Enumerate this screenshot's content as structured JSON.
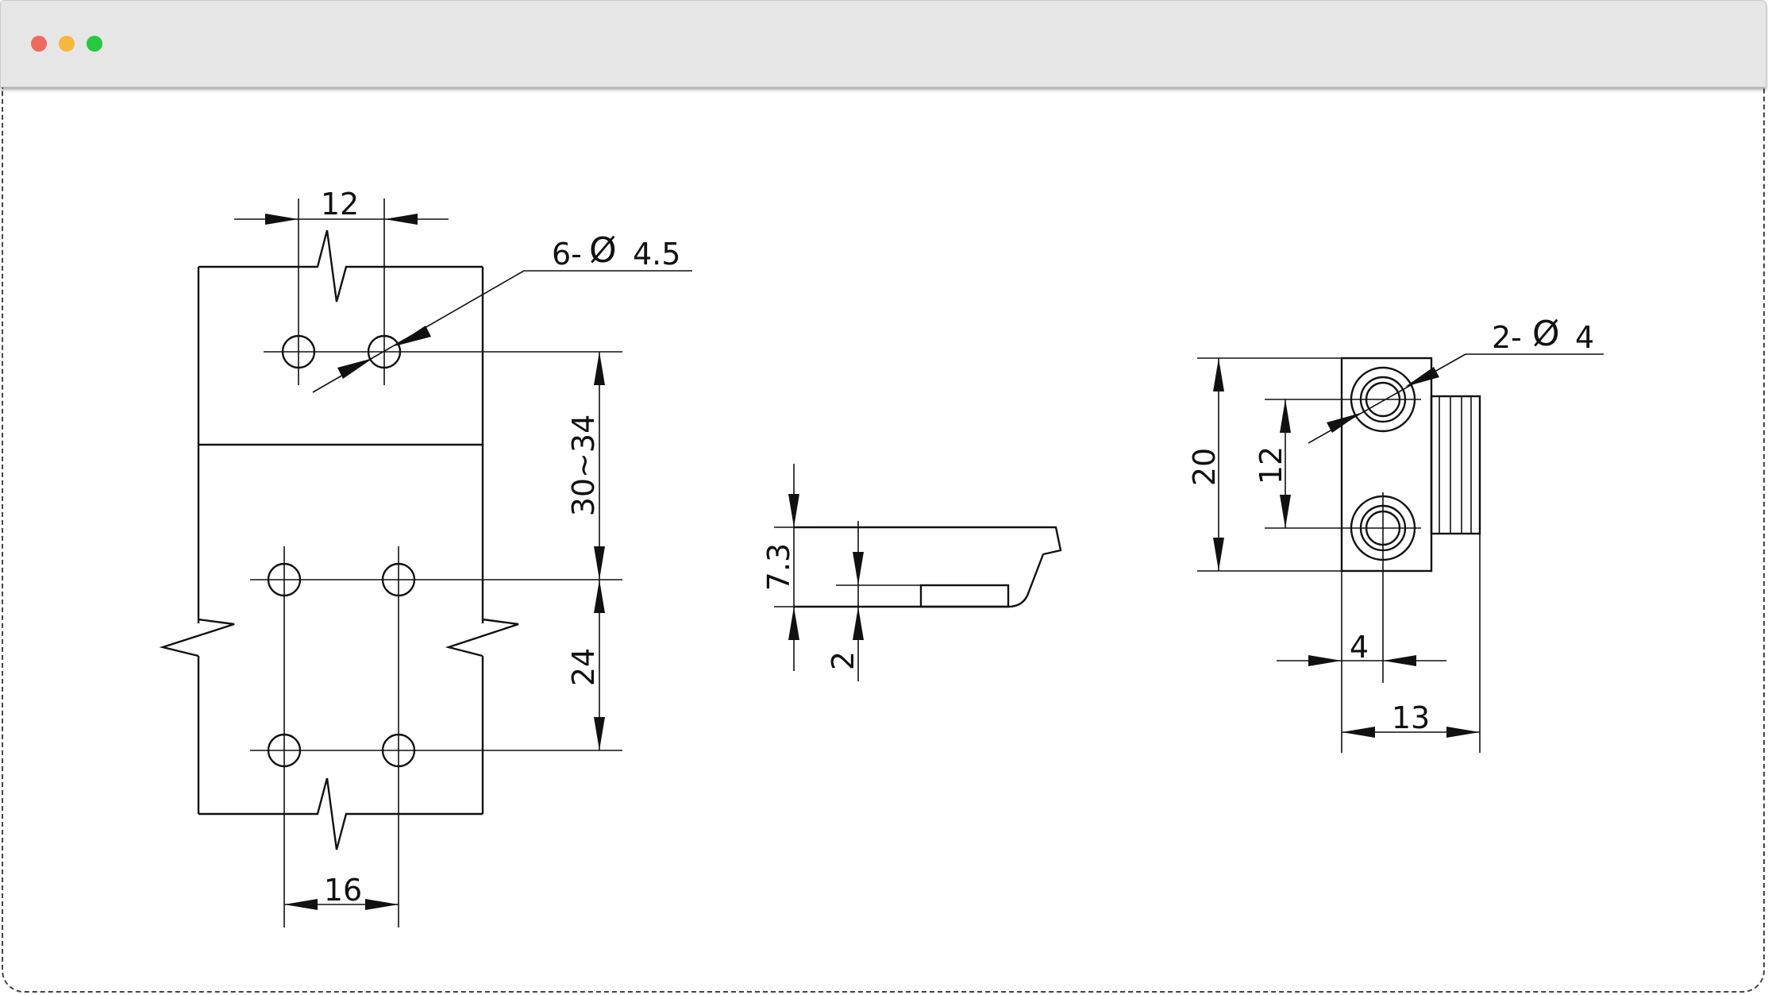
{
  "window": {
    "buttons": {
      "close_color": "#ee6a5e",
      "minimize_color": "#f5b73d",
      "maximize_color": "#28c840"
    }
  },
  "drawing": {
    "left_view": {
      "dim_top_spacing": "12",
      "hole_callout_count": "6-",
      "hole_callout_symbol": "Ø",
      "hole_callout_size": "4.5",
      "dim_vertical_range": "30~34",
      "dim_vertical_spacing": "24",
      "dim_bottom_spacing": "16"
    },
    "middle_view": {
      "dim_height": "7.3",
      "dim_thickness": "2"
    },
    "right_view": {
      "hole_callout_count": "2-",
      "hole_callout_symbol": "Ø",
      "hole_callout_size": "4",
      "dim_total_height": "20",
      "dim_hole_spacing": "12",
      "dim_hole_offset": "4",
      "dim_width": "13"
    }
  }
}
